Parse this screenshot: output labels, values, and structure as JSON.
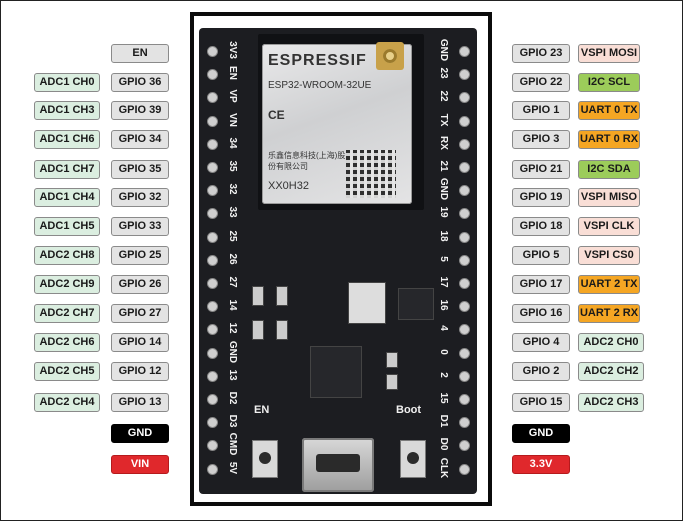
{
  "board": {
    "module_brand": "ESPRESSIF",
    "module_model": "ESP32-WROOM-32UE",
    "module_mark": "CE",
    "module_vendor": "乐鑫信息科技(上海)股份有限公司",
    "module_serial": "XX0H32",
    "button_en": "EN",
    "button_boot": "Boot",
    "left_silk": [
      "3V3",
      "EN",
      "VP",
      "VN",
      "34",
      "35",
      "32",
      "33",
      "25",
      "26",
      "27",
      "14",
      "12",
      "GND",
      "13",
      "D2",
      "D3",
      "CMD",
      "5V"
    ],
    "right_silk": [
      "GND",
      "23",
      "22",
      "TX",
      "RX",
      "21",
      "GND",
      "19",
      "18",
      "5",
      "17",
      "16",
      "4",
      "0",
      "2",
      "15",
      "D1",
      "D0",
      "CLK"
    ]
  },
  "left_pins": [
    {
      "gpio": "EN"
    },
    {
      "adc": "ADC1 CH0",
      "gpio": "GPIO 36"
    },
    {
      "adc": "ADC1 CH3",
      "gpio": "GPIO 39"
    },
    {
      "adc": "ADC1 CH6",
      "gpio": "GPIO 34"
    },
    {
      "adc": "ADC1 CH7",
      "gpio": "GPIO 35"
    },
    {
      "adc": "ADC1 CH4",
      "gpio": "GPIO 32"
    },
    {
      "adc": "ADC1 CH5",
      "gpio": "GPIO 33"
    },
    {
      "adc": "ADC2 CH8",
      "gpio": "GPIO 25"
    },
    {
      "adc": "ADC2 CH9",
      "gpio": "GPIO 26"
    },
    {
      "adc": "ADC2 CH7",
      "gpio": "GPIO 27"
    },
    {
      "adc": "ADC2 CH6",
      "gpio": "GPIO 14"
    },
    {
      "adc": "ADC2 CH5",
      "gpio": "GPIO 12"
    },
    {
      "adc": "ADC2 CH4",
      "gpio": "GPIO 13"
    },
    {
      "power": "GND"
    },
    {
      "power": "VIN"
    }
  ],
  "right_pins": [
    {
      "gpio": "GPIO 23",
      "func": "VSPI MOSI",
      "kind": "vspi"
    },
    {
      "gpio": "GPIO 22",
      "func": "I2C SCL",
      "kind": "i2c"
    },
    {
      "gpio": "GPIO 1",
      "func": "UART 0  TX",
      "kind": "uart"
    },
    {
      "gpio": "GPIO 3",
      "func": "UART 0  RX",
      "kind": "uart"
    },
    {
      "gpio": "GPIO 21",
      "func": "I2C SDA",
      "kind": "i2c"
    },
    {
      "gpio": "GPIO 19",
      "func": "VSPI MISO",
      "kind": "vspi"
    },
    {
      "gpio": "GPIO 18",
      "func": "VSPI CLK",
      "kind": "vspi"
    },
    {
      "gpio": "GPIO 5",
      "func": "VSPI CS0",
      "kind": "vspi"
    },
    {
      "gpio": "GPIO 17",
      "func": "UART 2  TX",
      "kind": "uart"
    },
    {
      "gpio": "GPIO 16",
      "func": "UART 2  RX",
      "kind": "uart"
    },
    {
      "gpio": "GPIO 4",
      "func": "ADC2 CH0",
      "kind": "adc"
    },
    {
      "gpio": "GPIO 2",
      "func": "ADC2 CH2",
      "kind": "adc"
    },
    {
      "gpio": "GPIO 15",
      "func": "ADC2 CH3",
      "kind": "adc"
    },
    {
      "power": "GND"
    },
    {
      "power": "3.3V"
    }
  ],
  "colors": {
    "gpio": "#e3e3e3",
    "adc": "#dbeee0",
    "vspi": "#f9ded6",
    "uart": "#f5a623",
    "i2c": "#9ccc5a",
    "gnd": "#000000",
    "vin": "#e0282c"
  }
}
